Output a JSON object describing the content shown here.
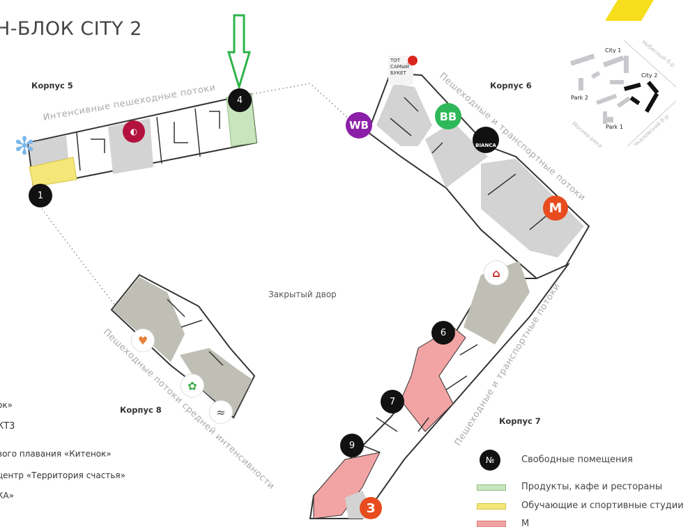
{
  "header": {
    "title": "Н-БЛОК CITY 2"
  },
  "buildings": {
    "k5": "Корпус 5",
    "k6": "Корпус 6",
    "k7": "Корпус 7",
    "k8": "Корпус 8"
  },
  "flows": {
    "intense": "Интенсивные пешеходные потоки",
    "k6_flow": "Пешеходные и транспортные потоки",
    "k7_flow": "Пешеходные и транспортные потоки",
    "medium": "Пешеходные потоки средней интенсивности"
  },
  "yard_label": "Закрытый двор",
  "free_units": [
    "1",
    "4",
    "6",
    "7",
    "9"
  ],
  "logos": {
    "wb": "WB",
    "bb": "BB",
    "bianca": "BIANCA",
    "metro": "M",
    "flower_shop": "ТОТ САМЫЙ БУКЕТ",
    "bottom": "З"
  },
  "left_list": [
    "ок»",
    "КТ3",
    "вого плавания «Китенок»",
    "центр «Территория счастья»",
    "КА»"
  ],
  "legend": [
    {
      "label": "Свободные помещения",
      "symbol": "№"
    },
    {
      "label": "Продукты, кафе и рестораны",
      "color": "#c9e5bf"
    },
    {
      "label": "Обучающие и спортивные студии",
      "color": "#f5e67a"
    },
    {
      "label": "М",
      "color": "#f2a3a3"
    }
  ],
  "minimap": {
    "city1": "City 1",
    "city2": "City 2",
    "park1": "Park 1",
    "park2": "Park 2",
    "road1": "Небесный б-р",
    "road2": "Чкаловский б-р",
    "road3": "Москва-река"
  },
  "colors": {
    "accent_yellow": "#f7de1c",
    "arrow_green": "#2db34a",
    "wb": "#8b1fa8",
    "bb": "#2fb85a",
    "metro": "#e84c1e"
  }
}
